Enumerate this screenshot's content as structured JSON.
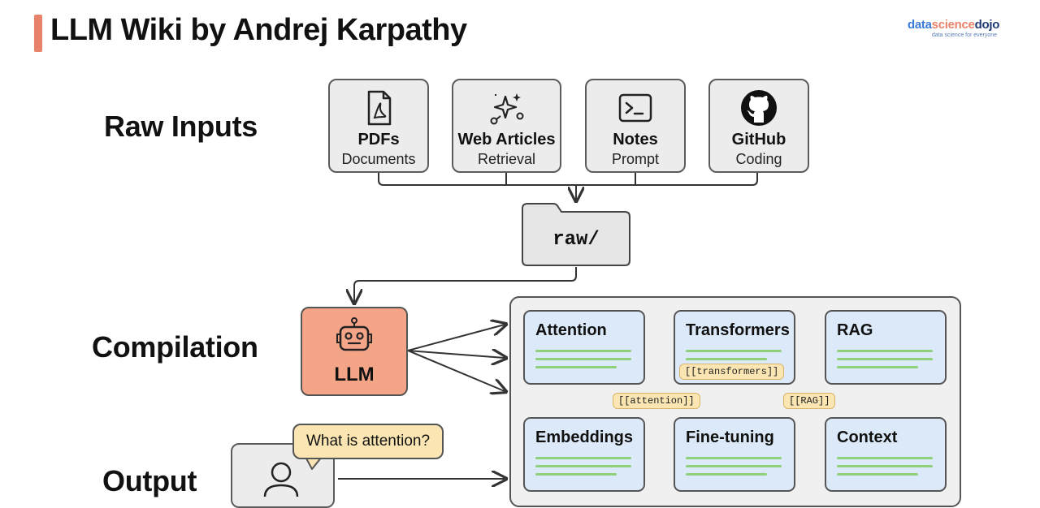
{
  "header": {
    "title": "LLM Wiki by Andrej Karpathy",
    "brand": {
      "part1": "data",
      "part2": "science",
      "part3": "dojo",
      "tagline": "data science for everyone"
    }
  },
  "sections": {
    "raw_inputs": "Raw Inputs",
    "compilation": "Compilation",
    "output": "Output"
  },
  "inputs": [
    {
      "name": "PDFs",
      "sub": "Documents",
      "icon": "pdf-icon"
    },
    {
      "name": "Web Articles",
      "sub": "Retrieval",
      "icon": "sparkle-icon"
    },
    {
      "name": "Notes",
      "sub": "Prompt",
      "icon": "terminal-icon"
    },
    {
      "name": "GitHub",
      "sub": "Coding",
      "icon": "github-icon"
    }
  ],
  "folder": {
    "label": "raw/",
    "icon": "folder-icon"
  },
  "llm": {
    "label": "LLM",
    "icon": "robot-icon"
  },
  "wiki": {
    "cards": [
      {
        "title": "Attention"
      },
      {
        "title": "Transformers"
      },
      {
        "title": "RAG"
      },
      {
        "title": "Embeddings"
      },
      {
        "title": "Fine-tuning"
      },
      {
        "title": "Context"
      }
    ],
    "links": [
      "[[transformers]]",
      "[[attention]]",
      "[[RAG]]"
    ]
  },
  "query": {
    "text": "What is attention?",
    "icon": "user-icon"
  },
  "colors": {
    "accent": "#e8826a",
    "llm_fill": "#f4a588",
    "card_fill": "#dce9f8",
    "link_fill": "#fbe6b3",
    "line_green": "#8fd07a"
  }
}
